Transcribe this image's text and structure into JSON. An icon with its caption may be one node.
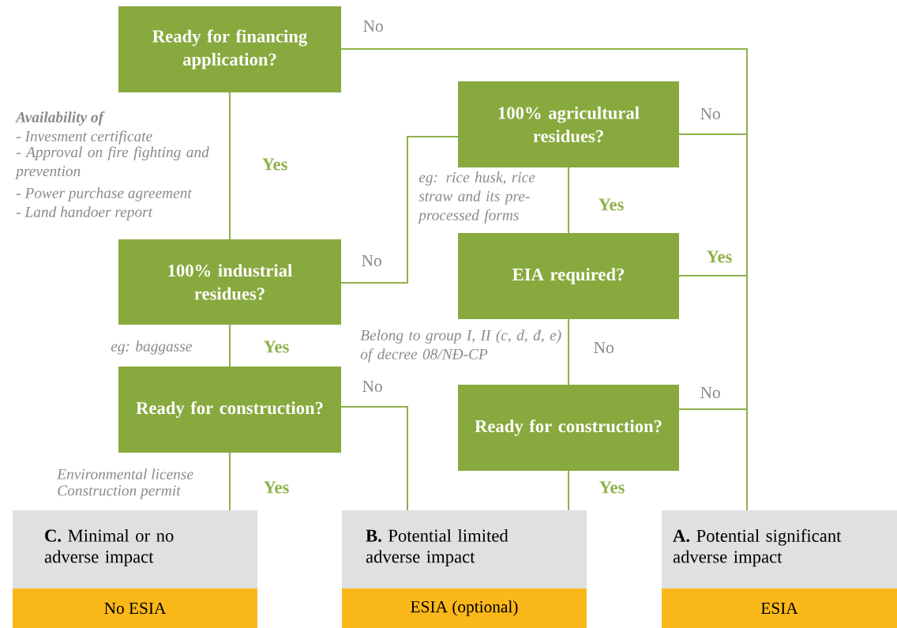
{
  "diagram": {
    "nodes": [
      {
        "text": [
          "Ready for financing application?"
        ]
      },
      {
        "text": [
          "100% agricultural residues?"
        ]
      },
      {
        "text": [
          "100% industrial residues?"
        ]
      },
      {
        "text": [
          "EIA required?"
        ]
      },
      {
        "text": [
          "Ready for construction?"
        ]
      },
      {
        "text": [
          "Ready for construction?"
        ]
      },
      {
        "text": [
          "**C.** Minimal or no adverse impact",
          "No ESIA"
        ]
      },
      {
        "text": [
          "**B.** Potential limited adverse impact",
          "ESIA (optional)"
        ]
      },
      {
        "text": [
          "**A.** Potential significant adverse impact",
          "ESIA"
        ]
      }
    ],
    "edges": [
      {
        "from": 0,
        "to": 2,
        "arrow": "none",
        "label": "Yes"
      },
      {
        "from": 0,
        "to": 8,
        "arrow": "none",
        "label": "No"
      },
      {
        "from": 1,
        "to": 8,
        "arrow": "none",
        "label": "No"
      },
      {
        "from": 2,
        "to": 1,
        "arrow": "none",
        "label": "No"
      },
      {
        "from": 1,
        "to": 3,
        "arrow": "none",
        "label": "Yes"
      },
      {
        "from": 3,
        "to": 8,
        "arrow": "none",
        "label": "Yes"
      },
      {
        "from": 3,
        "to": 5,
        "arrow": "none",
        "label": "No"
      },
      {
        "from": 5,
        "to": 8,
        "arrow": "none",
        "label": "No"
      },
      {
        "from": 2,
        "to": 4,
        "arrow": "none",
        "label": "Yes"
      },
      {
        "from": 4,
        "to": 7,
        "arrow": "none",
        "label": "No"
      },
      {
        "from": 4,
        "to": 6,
        "arrow": "none",
        "label": "Yes"
      },
      {
        "from": 5,
        "to": 7,
        "arrow": "none",
        "label": "Yes"
      }
    ],
    "labels": [
      "Availability of",
      "- Invesment certificate",
      "- Approval on fire fighting and prevention",
      "- Power purchase agreement",
      "- Land handoer report",
      "eg: rice husk, rice straw and its pre-processed forms",
      "eg: baggasse",
      "Belong to group I, II (c, d, đ, e) of decree 08/NĐ-CP",
      "Environmental license",
      "Construction permit"
    ]
  }
}
